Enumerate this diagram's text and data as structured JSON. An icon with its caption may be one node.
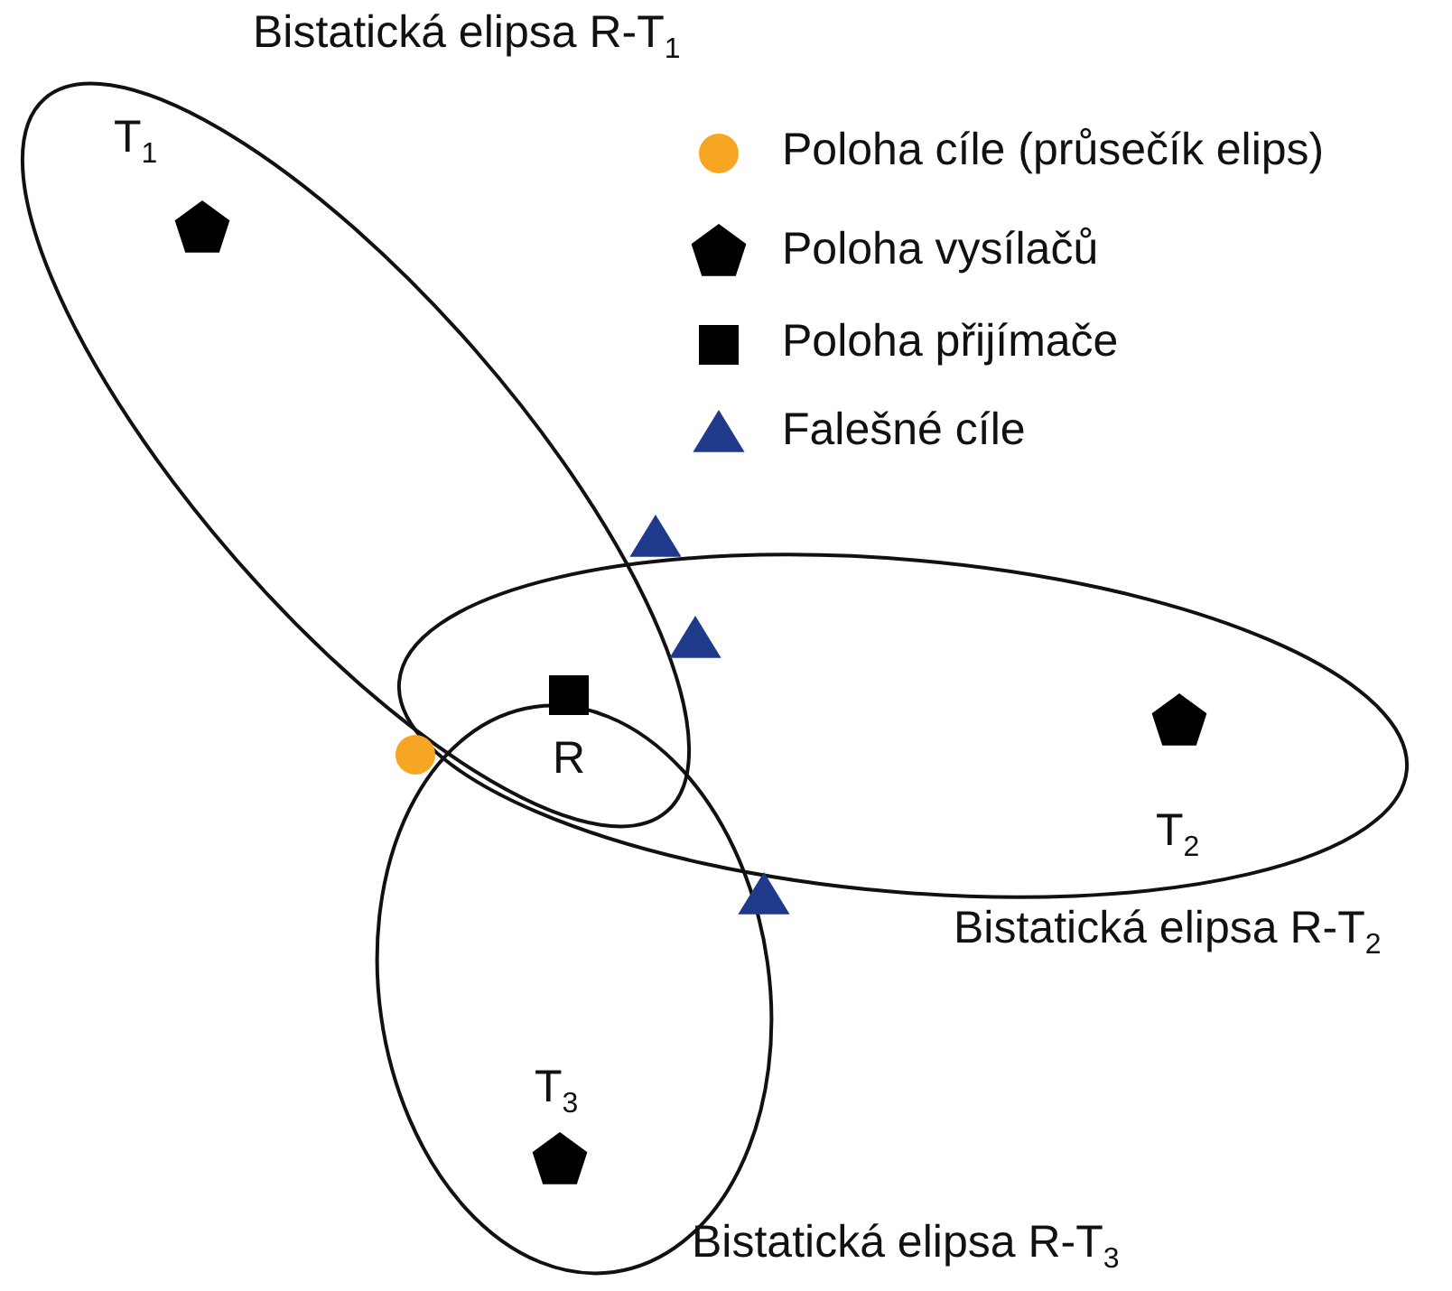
{
  "diagram": {
    "labels": [
      "Bistatická elipsa R-T$_{1}$",
      "T$_{1}$",
      "R",
      "T$_{2}$",
      "Bistatická elipsa R-T$_{2}$",
      "T$_{3}$",
      "Bistatická elipsa R-T$_{3}$"
    ],
    "legend": [
      {
        "text": "Poloha cíle (průsečík elips)"
      },
      {
        "text": "Poloha vysílačů"
      },
      {
        "text": "Poloha přijímače"
      },
      {
        "text": "Falešné cíle"
      }
    ]
  }
}
